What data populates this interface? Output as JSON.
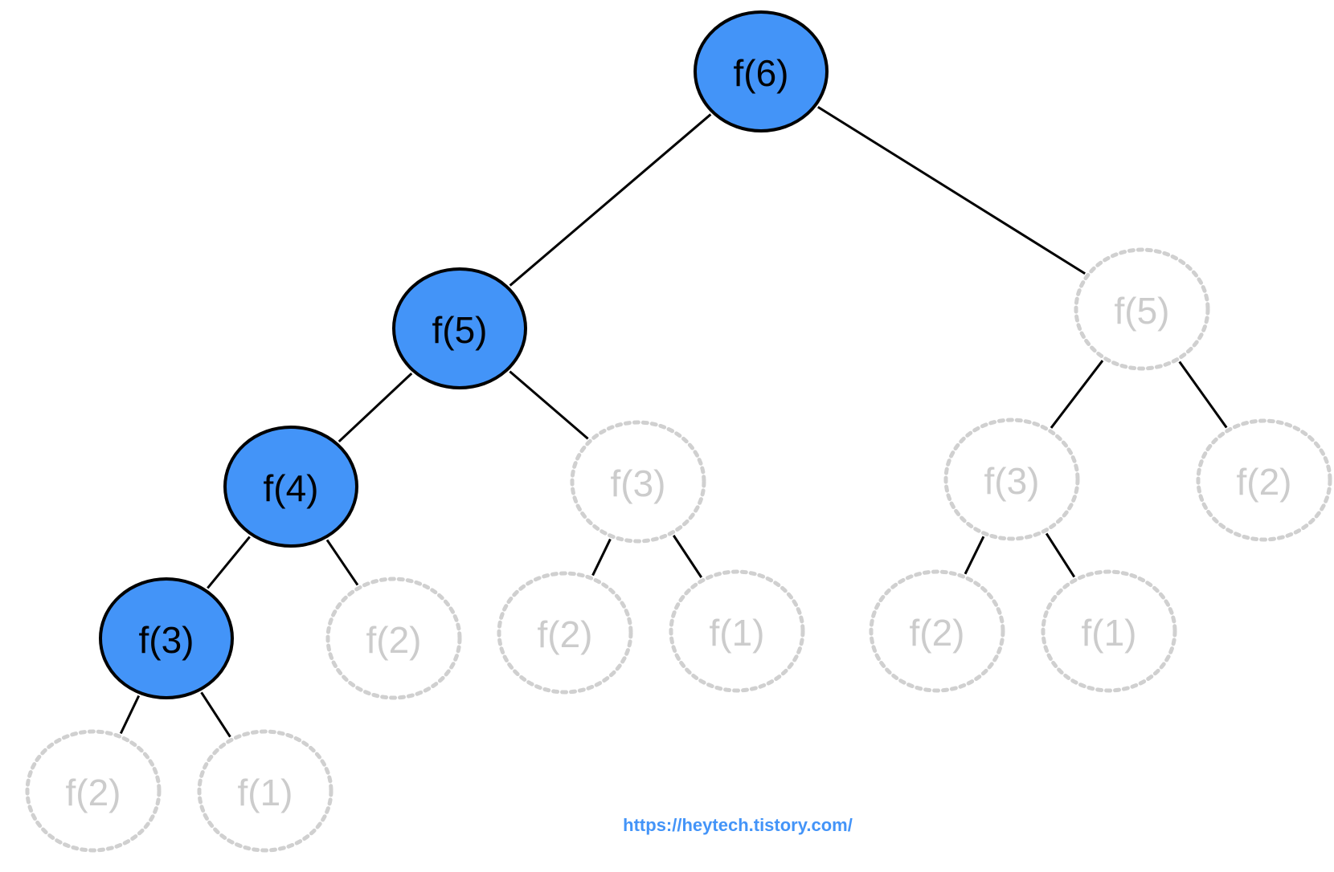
{
  "colors": {
    "computed_fill": "#4394f8",
    "computed_stroke": "#000000",
    "computed_text": "#000000",
    "pending_stroke": "#d0d0d0",
    "pending_text": "#cccccc",
    "edge": "#000000",
    "watermark": "#4394f8"
  },
  "nodes": [
    {
      "id": "n0",
      "label": "f(6)",
      "state": "computed",
      "parent": null
    },
    {
      "id": "n1",
      "label": "f(5)",
      "state": "computed",
      "parent": "n0"
    },
    {
      "id": "n2",
      "label": "f(5)",
      "state": "pending",
      "parent": "n0"
    },
    {
      "id": "n3",
      "label": "f(4)",
      "state": "computed",
      "parent": "n1"
    },
    {
      "id": "n4",
      "label": "f(3)",
      "state": "pending",
      "parent": "n1"
    },
    {
      "id": "n5",
      "label": "f(3)",
      "state": "pending",
      "parent": "n2"
    },
    {
      "id": "n6",
      "label": "f(2)",
      "state": "pending",
      "parent": "n2"
    },
    {
      "id": "n7",
      "label": "f(3)",
      "state": "computed",
      "parent": "n3"
    },
    {
      "id": "n8",
      "label": "f(2)",
      "state": "pending",
      "parent": "n3"
    },
    {
      "id": "n9",
      "label": "f(2)",
      "state": "pending",
      "parent": "n4"
    },
    {
      "id": "n10",
      "label": "f(1)",
      "state": "pending",
      "parent": "n4"
    },
    {
      "id": "n11",
      "label": "f(2)",
      "state": "pending",
      "parent": "n5"
    },
    {
      "id": "n12",
      "label": "f(1)",
      "state": "pending",
      "parent": "n5"
    },
    {
      "id": "n13",
      "label": "f(2)",
      "state": "pending",
      "parent": "n7"
    },
    {
      "id": "n14",
      "label": "f(1)",
      "state": "pending",
      "parent": "n7"
    }
  ],
  "watermark": "https://heytech.tistory.com/"
}
